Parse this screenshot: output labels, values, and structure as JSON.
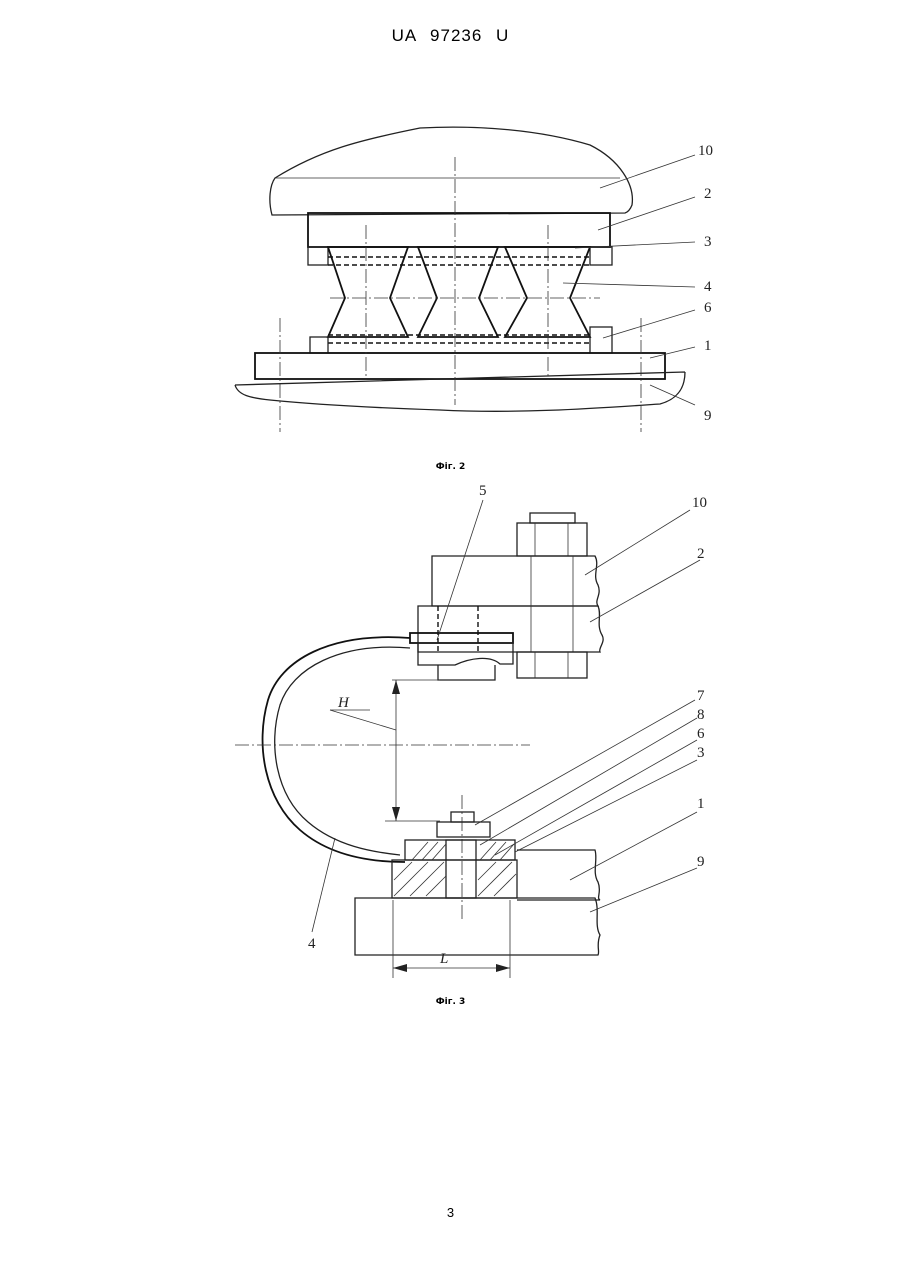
{
  "header": {
    "doc_id": "UA   97236   U"
  },
  "figure2": {
    "caption": "Фіг. 2",
    "labels": {
      "l10": "10",
      "l2": "2",
      "l3": "3",
      "l4": "4",
      "l6": "6",
      "l1": "1",
      "l9": "9"
    }
  },
  "figure3": {
    "caption": "Фіг. 3",
    "labels": {
      "l5": "5",
      "l10": "10",
      "l2": "2",
      "l7": "7",
      "l8": "8",
      "l6": "6",
      "l3": "3",
      "l1": "1",
      "l9": "9",
      "l4": "4"
    },
    "dims": {
      "H": "H",
      "L": "L"
    }
  },
  "footer": {
    "page_number": "3"
  }
}
